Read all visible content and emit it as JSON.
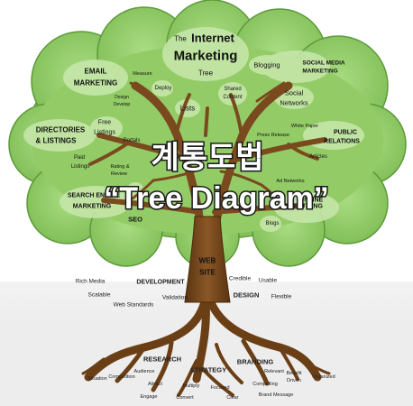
{
  "title": {
    "korean": "계통도법",
    "english": "“Tree Diagram”"
  },
  "crown": {
    "logo": {
      "line1": "Internet",
      "line2": "Marketing",
      "the": "The",
      "tree": "Tree"
    },
    "blogging": "Blogging",
    "social_media_marketing": {
      "line1": "SOCIAL MEDIA",
      "line2": "MARKETING"
    },
    "email_marketing": {
      "line1": "EMAIL",
      "line2": "MARKETING"
    },
    "measure": "Measure",
    "design_develop": {
      "line1": "Design",
      "line2": "Develop"
    },
    "deploy": "Deploy",
    "shared_content": {
      "line1": "Shared",
      "line2": "Content"
    },
    "social_networks": {
      "line1": "Social",
      "line2": "Networks"
    },
    "lists": "Lists",
    "directories_listings": {
      "line1": "DIRECTORIES",
      "line2": "& LISTINGS"
    },
    "free_listings": {
      "line1": "Free",
      "line2": "Listings"
    },
    "portals": "Portals",
    "press_release": "Press Release",
    "white_paper": "White Paper",
    "public_relations": {
      "line1": "PUBLIC",
      "line2": "RELATIONS"
    },
    "paid_listings": {
      "line1": "Paid",
      "line2": "Listings"
    },
    "rating_review": {
      "line1": "Rating &",
      "line2": "Review"
    },
    "articles": "Articles",
    "ad_networks": "Ad Networks",
    "search_engine_marketing": {
      "line1": "SEARCH ENGINE",
      "line2": "MARKETING"
    },
    "online_advertising": {
      "line1": "ONLINE",
      "line2": "ADVERTISING"
    },
    "seo": "SEO",
    "blogs": "Blogs"
  },
  "trunk": {
    "line1": "WEB",
    "line2": "SITE"
  },
  "ground": {
    "rich_media": "Rich Media",
    "development": "DEVELOPMENT",
    "credible": "Credible",
    "usable": "Usable",
    "scalable": "Scalable",
    "validation": "Validation",
    "design": "DESIGN",
    "flexible": "Flexible",
    "web_standards": "Web Standards"
  },
  "roots": {
    "research": "RESEARCH",
    "strategy": "STRATEGY",
    "branding": "BRANDING",
    "situation": "Situation",
    "competition": "Competition",
    "audience": "Audience",
    "attract": "Attract",
    "multiply": "Multiply",
    "focused": "Focused",
    "relevant": "Relevant",
    "benefit_driven": {
      "line1": "Benefit",
      "line2": "Driven"
    },
    "organized": "Organized",
    "compelling": "Compelling",
    "engage": "Engage",
    "convert": "Convert",
    "clear": "Clear",
    "brand_message": "Brand Message"
  },
  "colors": {
    "foliage": "#97cf6c",
    "foliage_dark": "#4f8a30",
    "bubble": "#c2e5a6",
    "bark": "#7a4a1e",
    "bark_dark": "#4a2a0c",
    "ground": "#e9e9e9",
    "text_dark": "#111111",
    "title_fill": "#ffffff"
  }
}
